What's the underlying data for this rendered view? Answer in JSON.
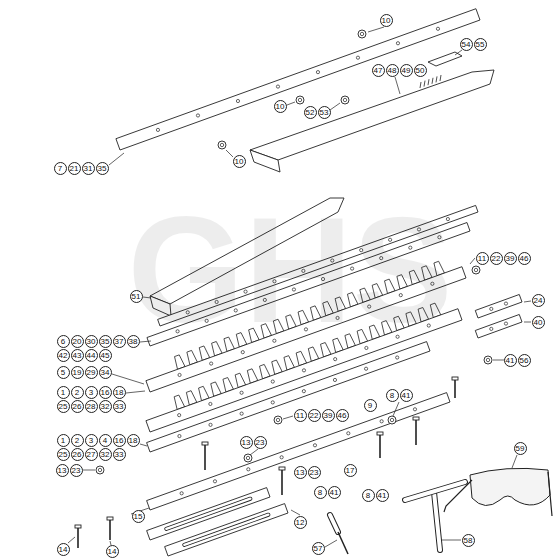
{
  "diagram": {
    "labels": [
      "GHS",
      "10",
      "54",
      "55",
      "47",
      "48",
      "49",
      "50",
      "10",
      "52",
      "53",
      "10",
      "7",
      "21",
      "31",
      "35",
      "11",
      "22",
      "39",
      "46",
      "24",
      "51",
      "6",
      "20",
      "30",
      "35",
      "37",
      "38",
      "42",
      "43",
      "44",
      "45",
      "5",
      "19",
      "29",
      "34",
      "40",
      "11",
      "22",
      "39",
      "46",
      "9",
      "41",
      "56",
      "1",
      "2",
      "3",
      "16",
      "18",
      "25",
      "26",
      "28",
      "32",
      "33",
      "8",
      "41",
      "13",
      "23",
      "1",
      "2",
      "3",
      "4",
      "16",
      "18",
      "25",
      "26",
      "27",
      "32",
      "33",
      "13",
      "23",
      "13",
      "23",
      "8",
      "41",
      "12",
      "8",
      "41",
      "17",
      "15",
      "14",
      "14",
      "57",
      "58",
      "59"
    ]
  }
}
